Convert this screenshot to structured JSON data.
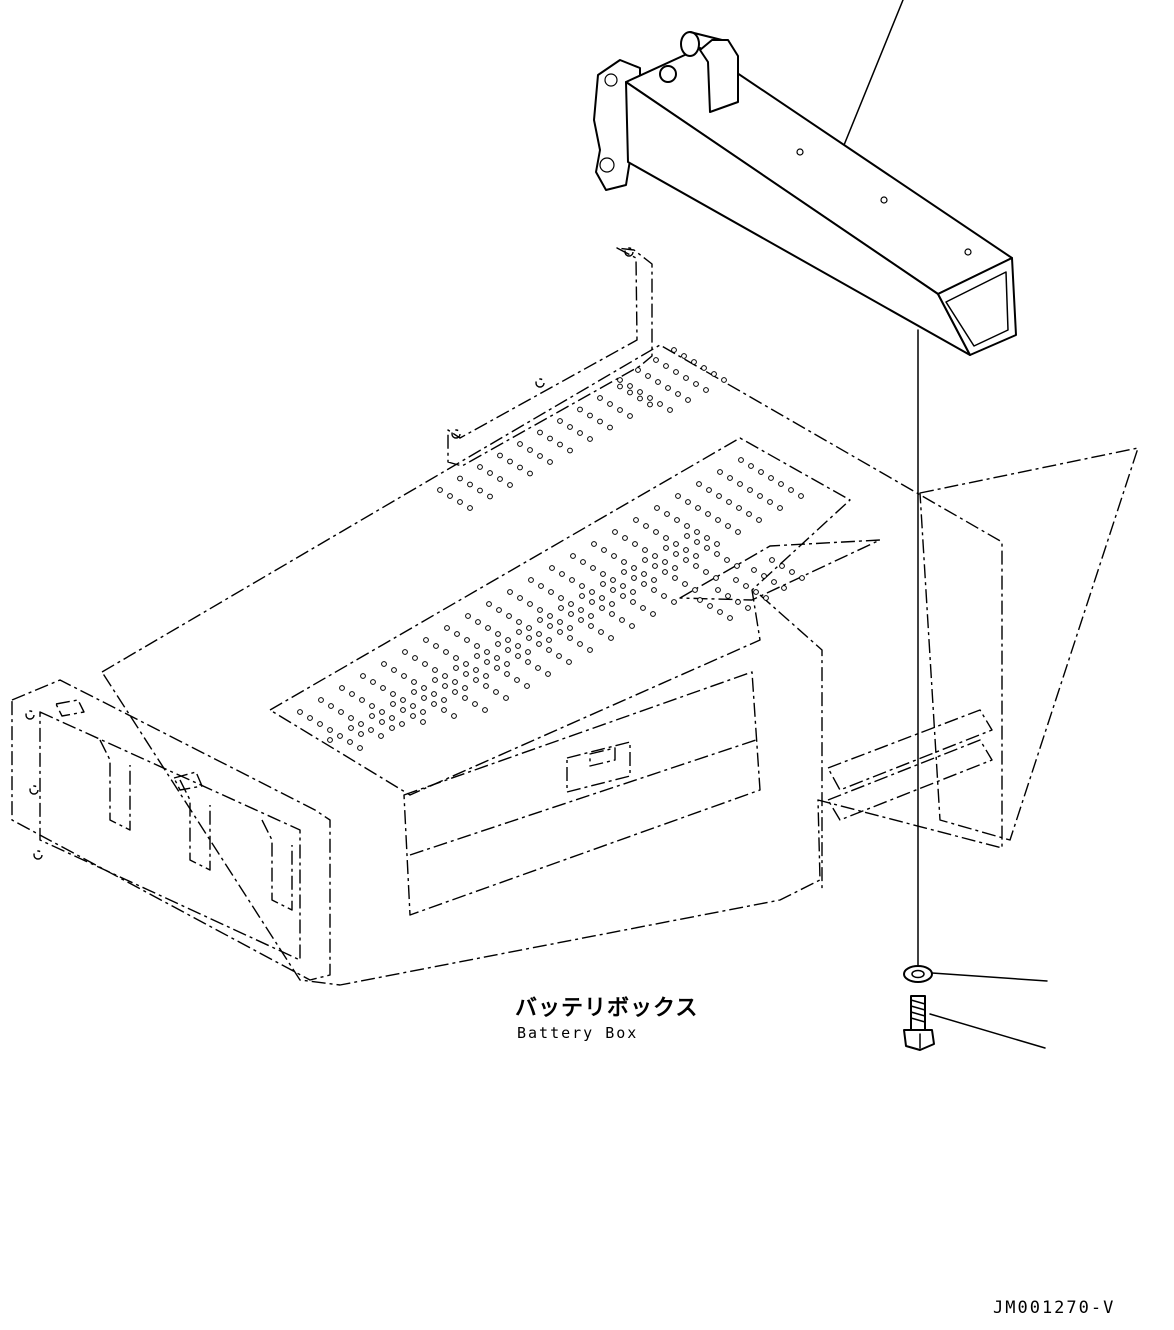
{
  "labels": {
    "part_name_jp": "バッテリボックス",
    "part_name_en": "Battery Box",
    "drawing_code": "JM001270-V"
  }
}
